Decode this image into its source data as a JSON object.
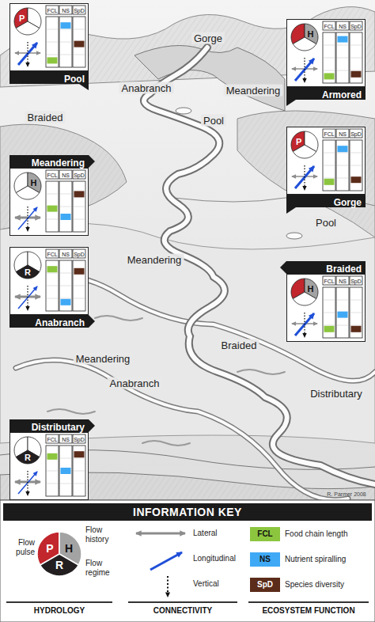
{
  "diagram": {
    "nodes": [
      {
        "text": [
          "Pool",
          "P",
          "FCL",
          "NS",
          "SpD"
        ]
      },
      {
        "text": [
          "Armored",
          "H",
          "FCL",
          "NS",
          "SpD"
        ]
      },
      {
        "text": [
          "Meandering",
          "H",
          "FCL",
          "NS",
          "SpD"
        ]
      },
      {
        "text": [
          "Gorge",
          "P",
          "FCL",
          "NS",
          "SpD"
        ]
      },
      {
        "text": [
          "Anabranch",
          "R",
          "FCL",
          "NS",
          "SpD"
        ]
      },
      {
        "text": [
          "Braided",
          "H",
          "FCL",
          "NS",
          "SpD"
        ]
      },
      {
        "text": [
          "Distributary",
          "R",
          "FCL",
          "NS",
          "SpD"
        ]
      },
      {
        "text": [
          "INFORMATION KEY"
        ]
      }
    ],
    "labels": [
      "Gorge",
      "Braided",
      "Anabranch",
      "Meandering",
      "Pool",
      "Pool",
      "Meandering",
      "Braided",
      "Meandering",
      "Anabranch",
      "Distributary",
      "R. Parmer 2008",
      "P",
      "H",
      "R",
      "HYDROLOGY",
      "CONNECTIVITY",
      "ECOSYSTEM FUNCTION",
      "FCL",
      "NS",
      "SpD"
    ],
    "legend": [
      {
        "text": "Flow pulse",
        "color": "#c1272d"
      },
      {
        "text": "Flow history",
        "color": "#a3a3a3"
      },
      {
        "text": "Flow regime",
        "color": "#231f20"
      },
      {
        "text": "Lateral"
      },
      {
        "text": "Longitudinal"
      },
      {
        "text": "Vertical"
      },
      {
        "text": "Food chain length",
        "color": "#8cc63f"
      },
      {
        "text": "Nutrient spiralling",
        "color": "#3fa9f5"
      },
      {
        "text": "Species diversity",
        "color": "#5b2c1a"
      }
    ]
  }
}
